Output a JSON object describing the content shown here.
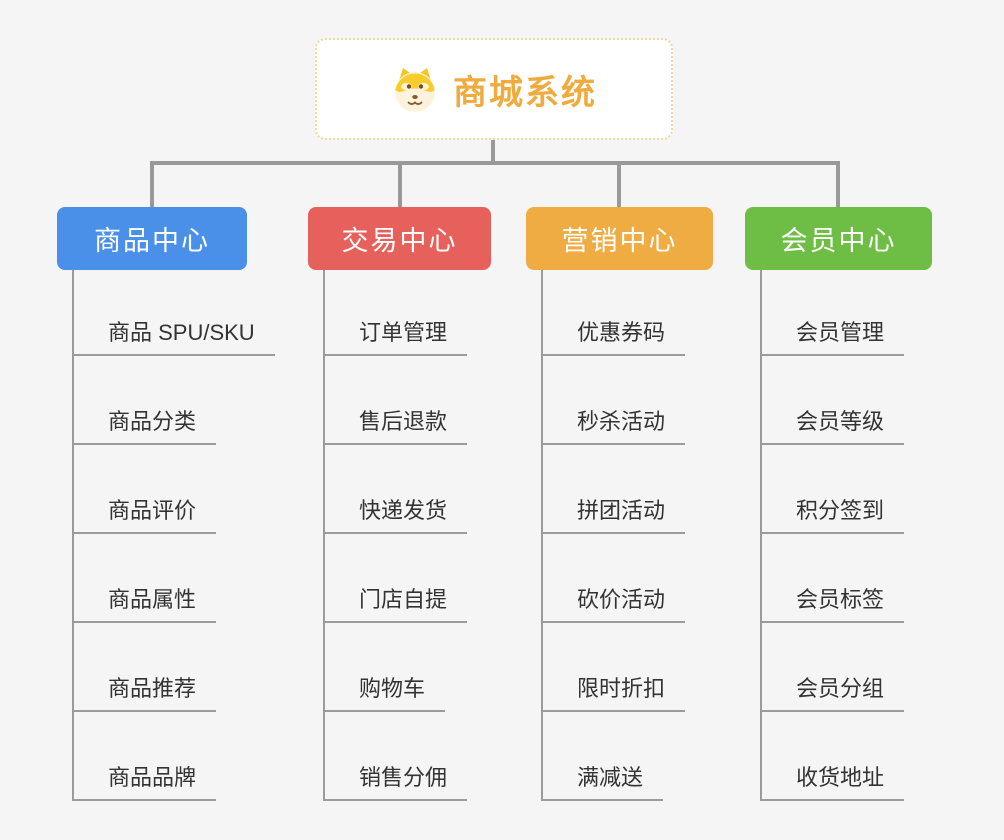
{
  "diagram": {
    "type": "mindmap-org-chart",
    "background": "#f5f5f6",
    "connector_color": "#999999",
    "leaf_text_color": "#333333",
    "root": {
      "title": "商城系统",
      "icon": "dog-face-icon",
      "text_color": "#f0ab3e",
      "border_color": "#f3d49c",
      "background": "#ffffff"
    },
    "branches": [
      {
        "label": "商品中心",
        "color": "#4a8fe8",
        "children": [
          "商品 SPU/SKU",
          "商品分类",
          "商品评价",
          "商品属性",
          "商品推荐",
          "商品品牌"
        ]
      },
      {
        "label": "交易中心",
        "color": "#e6605c",
        "children": [
          "订单管理",
          "售后退款",
          "快递发货",
          "门店自提",
          "购物车",
          "销售分佣"
        ]
      },
      {
        "label": "营销中心",
        "color": "#eeac43",
        "children": [
          "优惠券码",
          "秒杀活动",
          "拼团活动",
          "砍价活动",
          "限时折扣",
          "满减送"
        ]
      },
      {
        "label": "会员中心",
        "color": "#6ebd44",
        "children": [
          "会员管理",
          "会员等级",
          "积分签到",
          "会员标签",
          "会员分组",
          "收货地址"
        ]
      }
    ]
  }
}
